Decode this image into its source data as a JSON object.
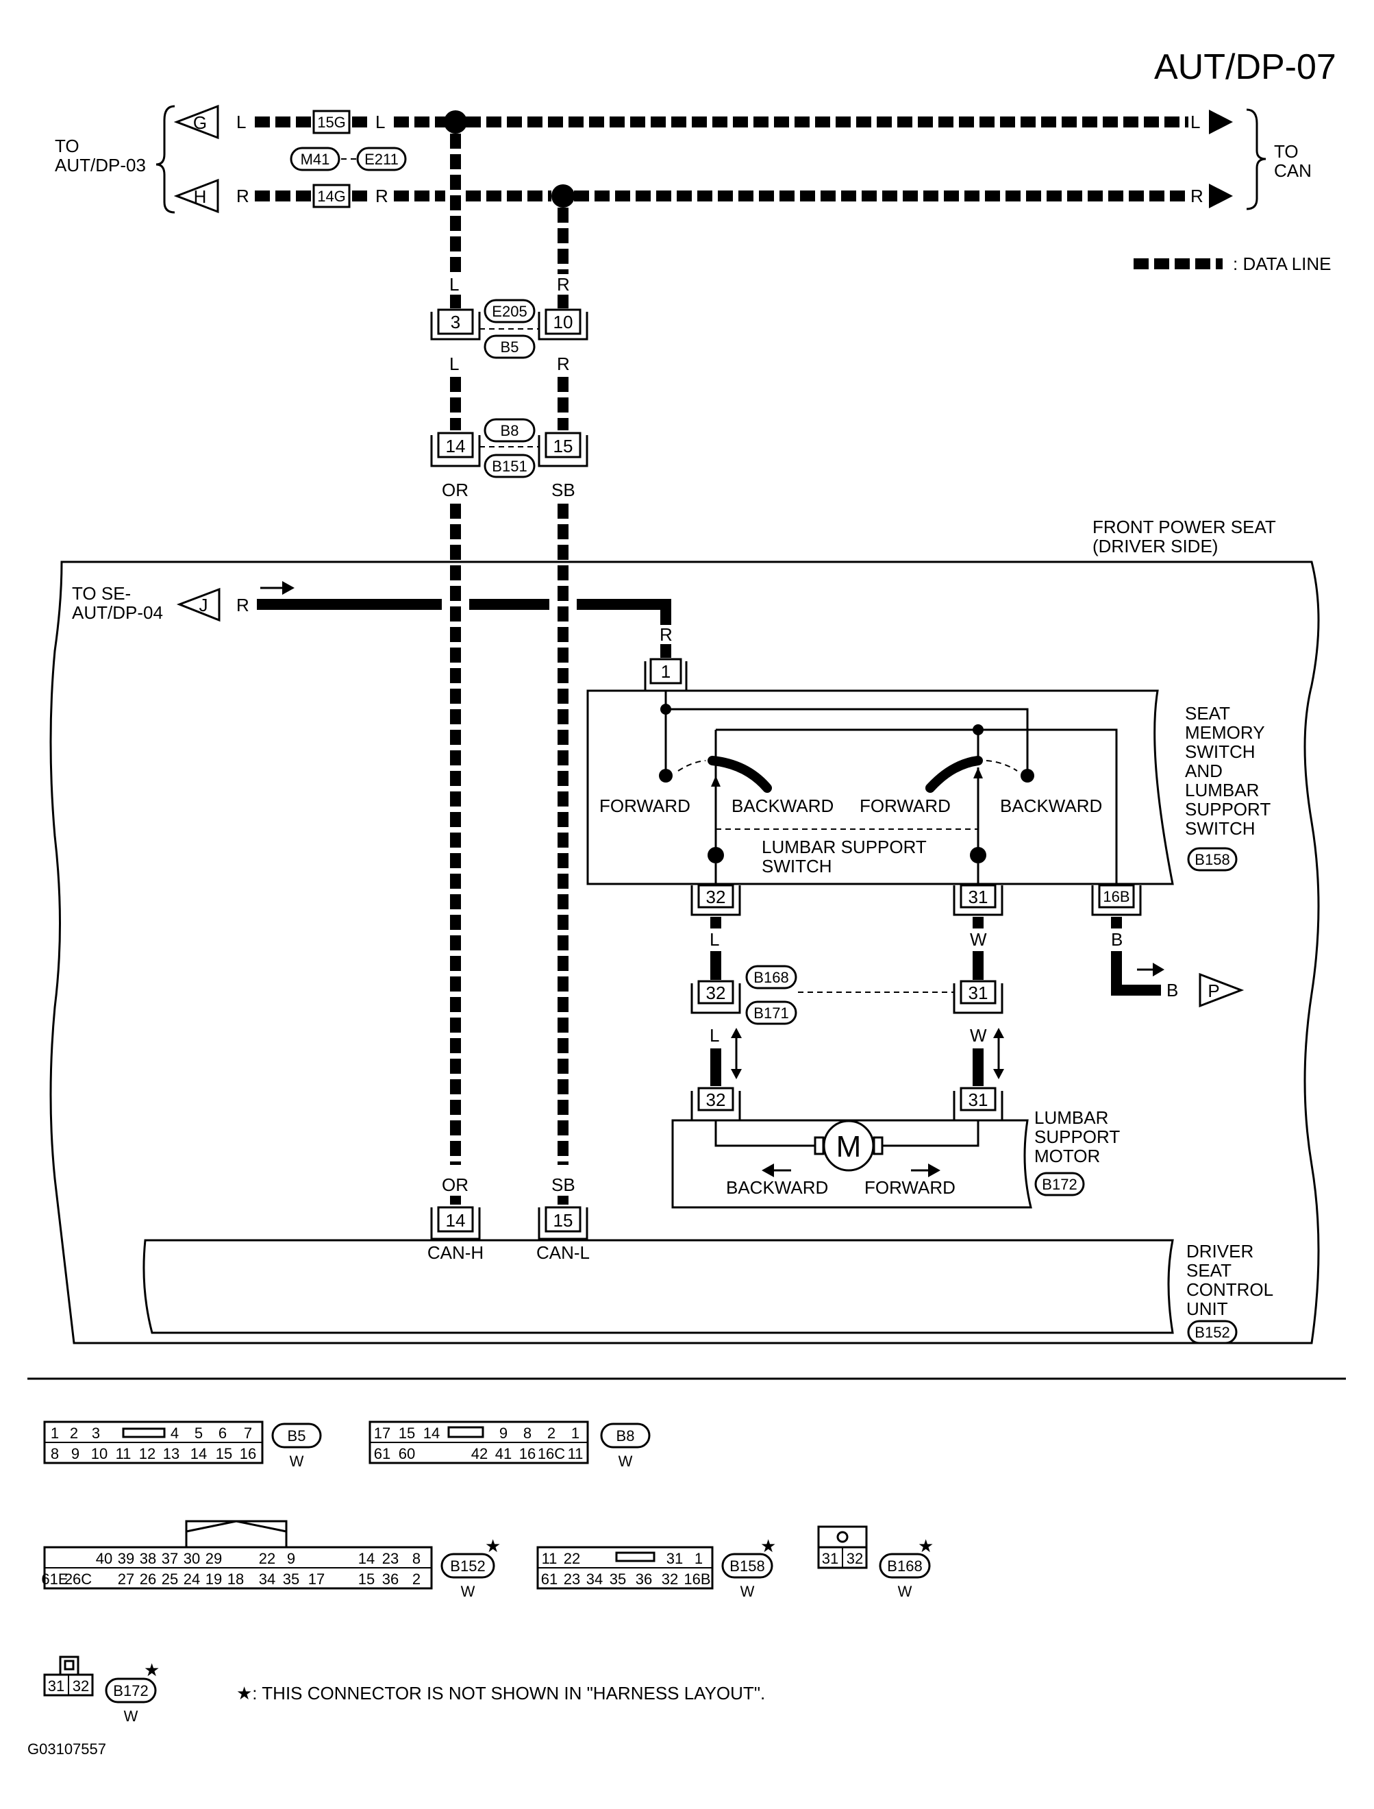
{
  "page_id": "AUT/DP-07",
  "figure_id": "G03107557",
  "offpage": {
    "left_title": [
      "TO",
      "AUT/DP-03"
    ],
    "right_title": [
      "TO",
      "CAN"
    ],
    "g": "G",
    "h": "H",
    "j": "J",
    "j_title": [
      "TO SE-",
      "AUT/DP-04"
    ],
    "p": "P"
  },
  "legend": {
    "data_line": ": DATA LINE"
  },
  "wires": {
    "l": "L",
    "r": "R",
    "or": "OR",
    "sb": "SB",
    "w": "W",
    "b": "B"
  },
  "connectors": {
    "c15g": "15G",
    "c14g": "14G",
    "m41": "M41",
    "e211": "E211",
    "e205": "E205",
    "b5": "B5",
    "b8": "B8",
    "b151": "B151",
    "b168": "B168",
    "b171": "B171",
    "b158": "B158",
    "b172": "B172",
    "b152": "B152"
  },
  "pins": {
    "p3": "3",
    "p10": "10",
    "p14": "14",
    "p15": "15",
    "p1": "1",
    "p32": "32",
    "p31": "31",
    "p16b": "16B"
  },
  "components": {
    "front_seat": [
      "FRONT POWER SEAT",
      "(DRIVER SIDE)"
    ],
    "switch": [
      "SEAT",
      "MEMORY",
      "SWITCH",
      "AND",
      "LUMBAR",
      "SUPPORT",
      "SWITCH"
    ],
    "lumbar_switch": [
      "LUMBAR SUPPORT",
      "SWITCH"
    ],
    "forward": "FORWARD",
    "backward": "BACKWARD",
    "motor": [
      "LUMBAR",
      "SUPPORT",
      "MOTOR"
    ],
    "motor_symbol": "M",
    "control_unit": [
      "DRIVER",
      "SEAT",
      "CONTROL",
      "UNIT"
    ],
    "can_h": "CAN-H",
    "can_l": "CAN-L"
  },
  "connector_faces": {
    "b5": {
      "top": [
        "1",
        "2",
        "3",
        "",
        "4",
        "5",
        "6",
        "7"
      ],
      "bottom": [
        "8",
        "9",
        "10",
        "11",
        "12",
        "13",
        "14",
        "15",
        "16"
      ],
      "color": "W"
    },
    "b8": {
      "top": [
        "17",
        "15",
        "14",
        "",
        "9",
        "8",
        "2",
        "1"
      ],
      "bottom": [
        "61",
        "60",
        "",
        "42",
        "41",
        "16",
        "16C",
        "11"
      ],
      "color": "W"
    },
    "b152": {
      "top": [
        "",
        "",
        "40",
        "39",
        "38",
        "37",
        "30",
        "29",
        "",
        "22",
        "9",
        "",
        "",
        "14",
        "23",
        "8"
      ],
      "bottom": [
        "61E",
        "26C",
        "",
        "27",
        "26",
        "25",
        "24",
        "19",
        "18",
        "34",
        "35",
        "17",
        "",
        "15",
        "36",
        "2"
      ],
      "color": "W"
    },
    "b158": {
      "top": [
        "11",
        "22",
        "",
        "",
        "",
        "31",
        "1"
      ],
      "bottom": [
        "61",
        "23",
        "34",
        "35",
        "36",
        "32",
        "16B"
      ],
      "color": "W"
    },
    "b168": {
      "pins": [
        "31",
        "32"
      ],
      "color": "W"
    },
    "b172": {
      "pins": [
        "31",
        "32"
      ],
      "color": "W"
    }
  },
  "note": "★: THIS CONNECTOR IS NOT SHOWN IN \"HARNESS LAYOUT\".",
  "star": "★"
}
